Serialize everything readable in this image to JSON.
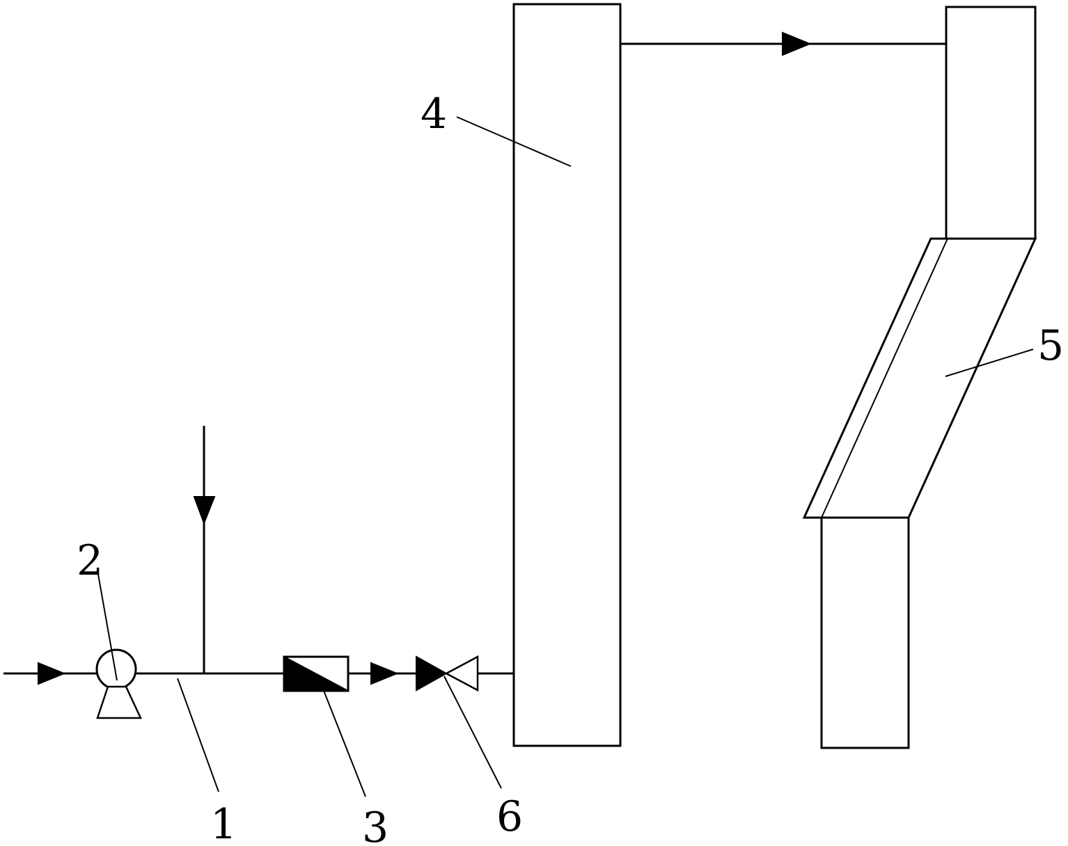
{
  "labels": {
    "pipe": "1",
    "pump": "2",
    "filter": "3",
    "column": "4",
    "chute": "5",
    "valve": "6"
  }
}
